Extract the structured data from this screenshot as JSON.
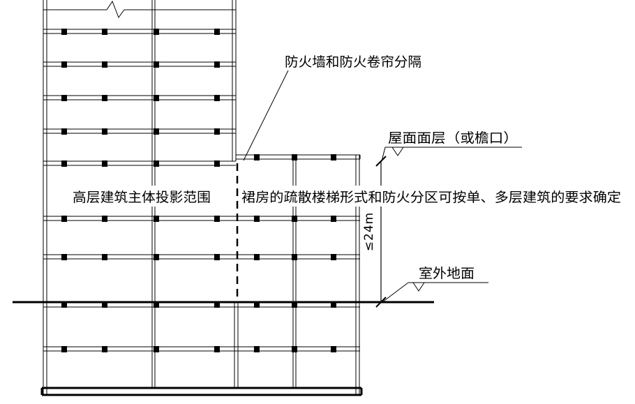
{
  "labels": {
    "fire_separation": "防火墙和防火卷帘分隔",
    "tower_projection": "高层建筑主体投影范围",
    "podium_note": "裙房的疏散楼梯形式和防火分区可按单、多层建筑的要求确定",
    "roof_surface": "屋面面层（或檐口）",
    "height_dimension": "≤24m",
    "outdoor_ground": "室外地面"
  },
  "colors": {
    "line": "#000000",
    "background": "#ffffff"
  }
}
